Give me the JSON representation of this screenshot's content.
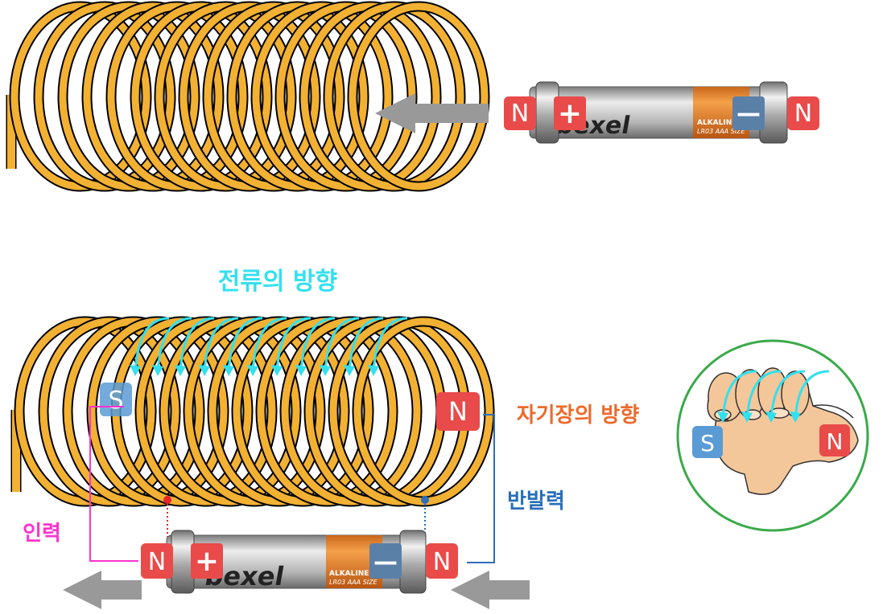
{
  "labels": {
    "current_direction": "전류의 방향",
    "field_direction": "자기장의 방향",
    "repulsion": "반발력",
    "attraction": "인력"
  },
  "poles": {
    "north": "N",
    "south": "S"
  },
  "battery": {
    "brand": "bexel",
    "type_line": "ALKALINE",
    "size_line": "LR03 AAA SIZE",
    "plus": "+",
    "minus": "—"
  },
  "colors": {
    "coil": "#f2b133",
    "north_pole": "#e94a4a",
    "south_pole": "#5b9bd5",
    "current_arrow": "#33e0ee",
    "field_label": "#ee6a2a",
    "repulsion": "#2a6fb8",
    "attraction": "#ff33cc",
    "motion_arrow": "#999999",
    "hand_circle": "#3aaa4a"
  }
}
